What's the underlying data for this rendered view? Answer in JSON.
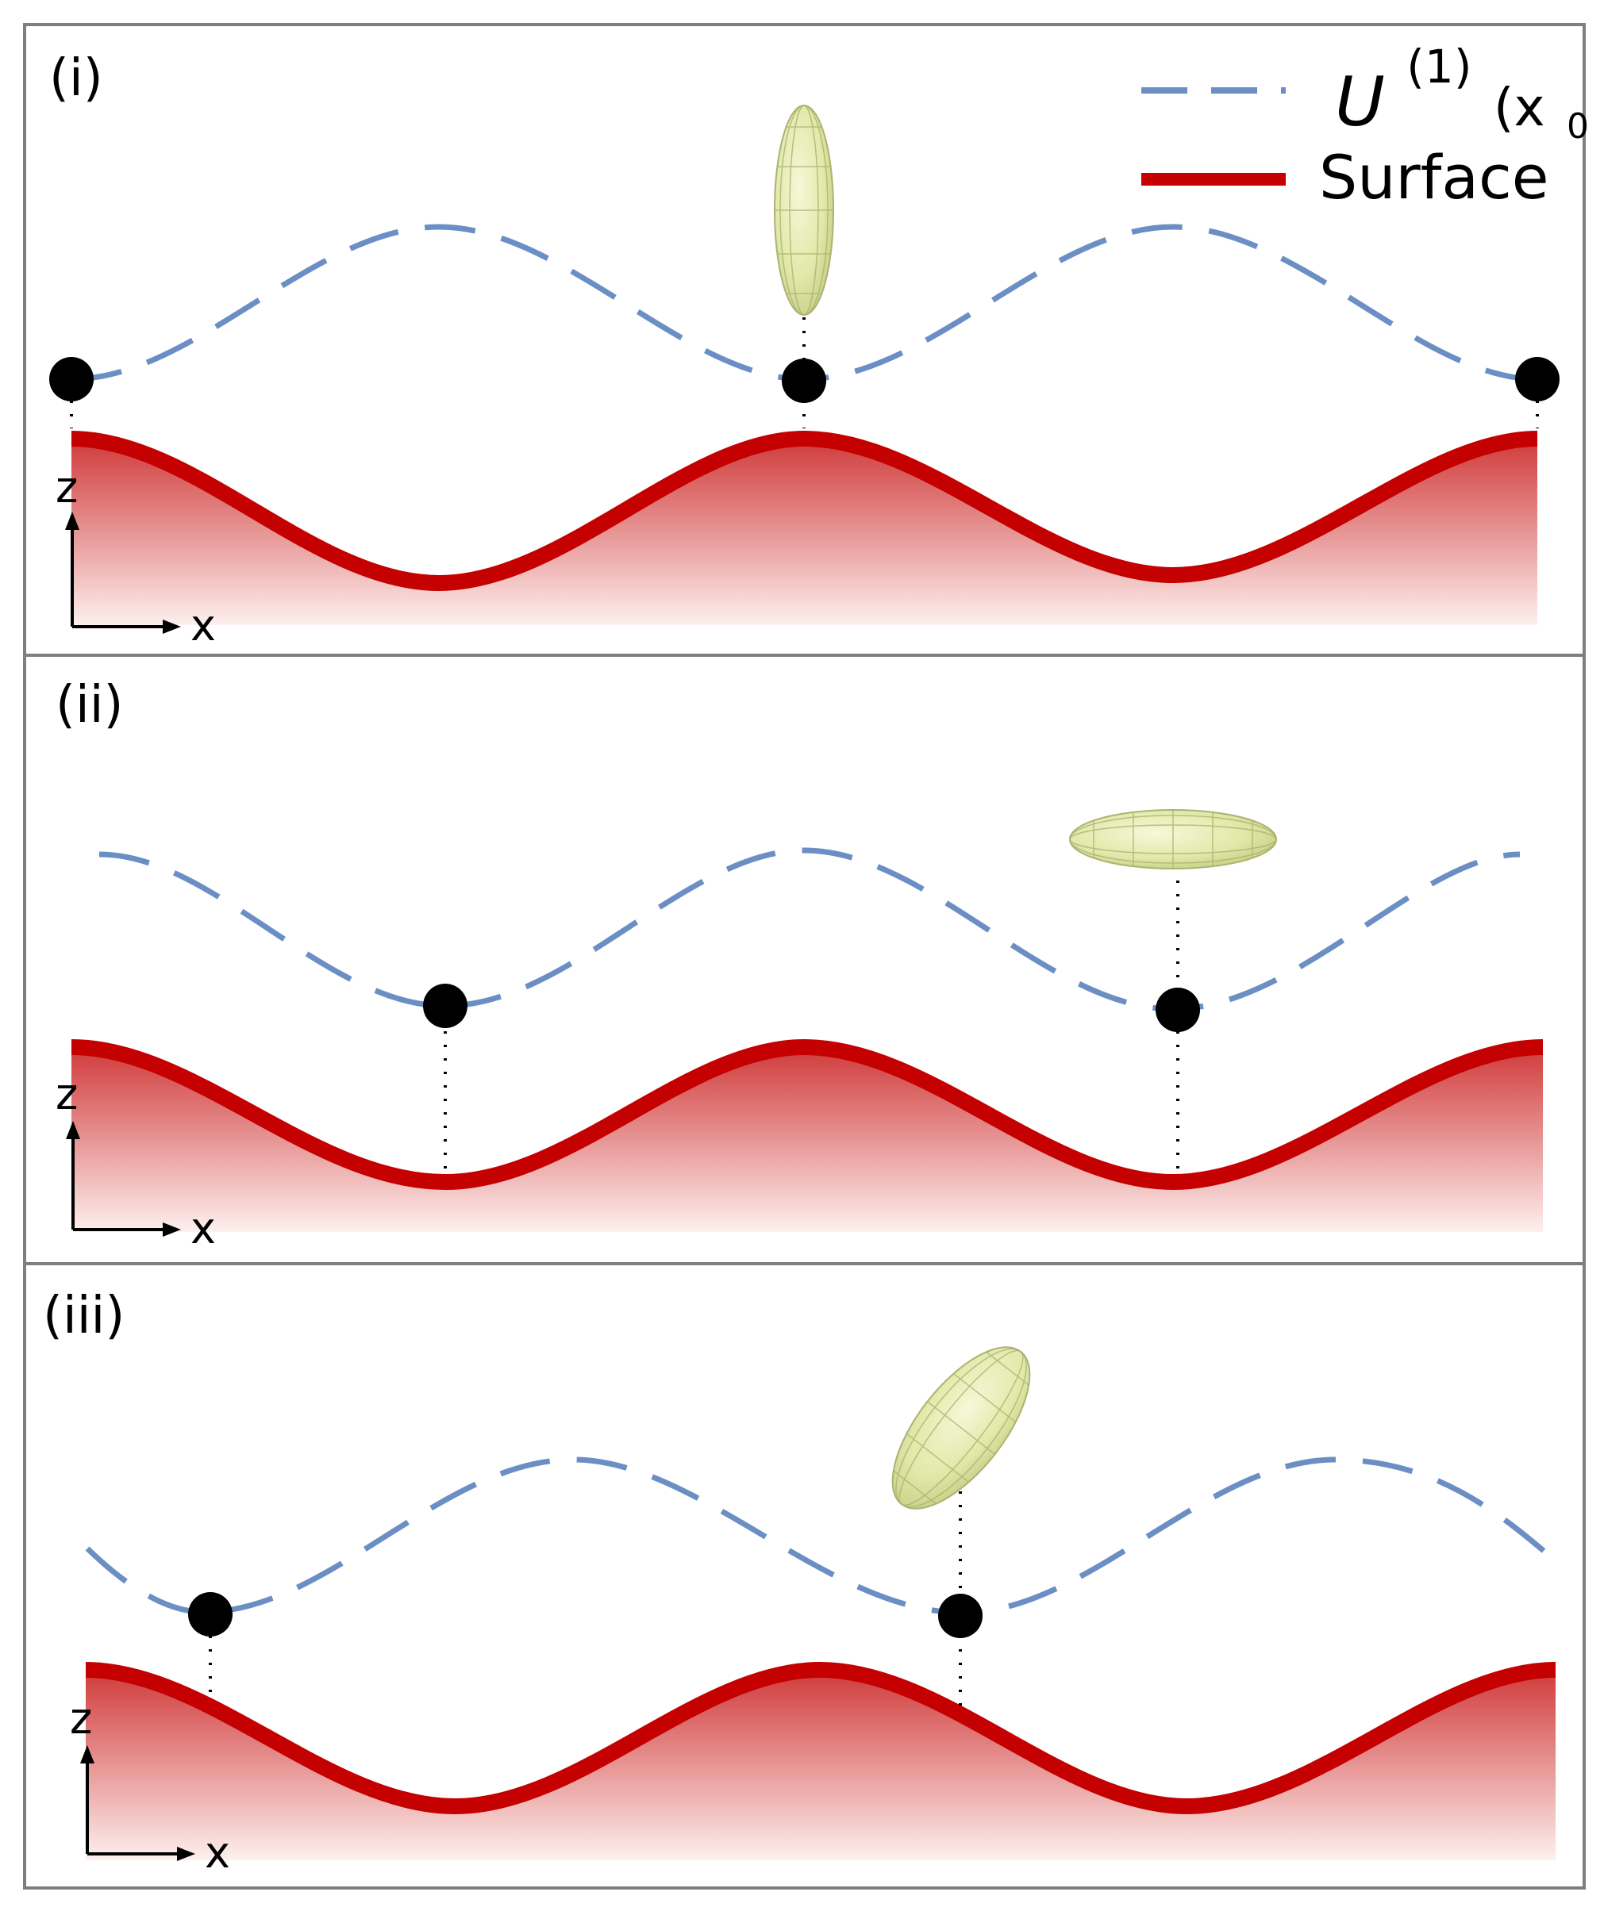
{
  "colors": {
    "potential": "#6b8fc4",
    "surface": "#c40000",
    "surface_fill_top": "#d03a3a",
    "surface_fill_bottom": "#fdf0ee",
    "particle": "#000000",
    "ellipsoid_fill": "#e2e8a9",
    "ellipsoid_stroke": "#aab371",
    "frame": "#7f7f7f"
  },
  "legend": {
    "potential_label": "U",
    "potential_superscript": "(1)",
    "potential_argument_open": "(x",
    "potential_argument_subscript": "0",
    "potential_argument_close": ")",
    "surface_label": "Surface"
  },
  "panels": [
    {
      "label": "(i)",
      "axis": {
        "z_label": "z",
        "x_label": "x"
      },
      "particle_count": 3,
      "ellipsoid_orientation": "vertical"
    },
    {
      "label": "(ii)",
      "axis": {
        "z_label": "z",
        "x_label": "x"
      },
      "particle_count": 2,
      "ellipsoid_orientation": "horizontal"
    },
    {
      "label": "(iii)",
      "axis": {
        "z_label": "z",
        "x_label": "x"
      },
      "particle_count": 2,
      "ellipsoid_orientation": "tilted"
    }
  ]
}
